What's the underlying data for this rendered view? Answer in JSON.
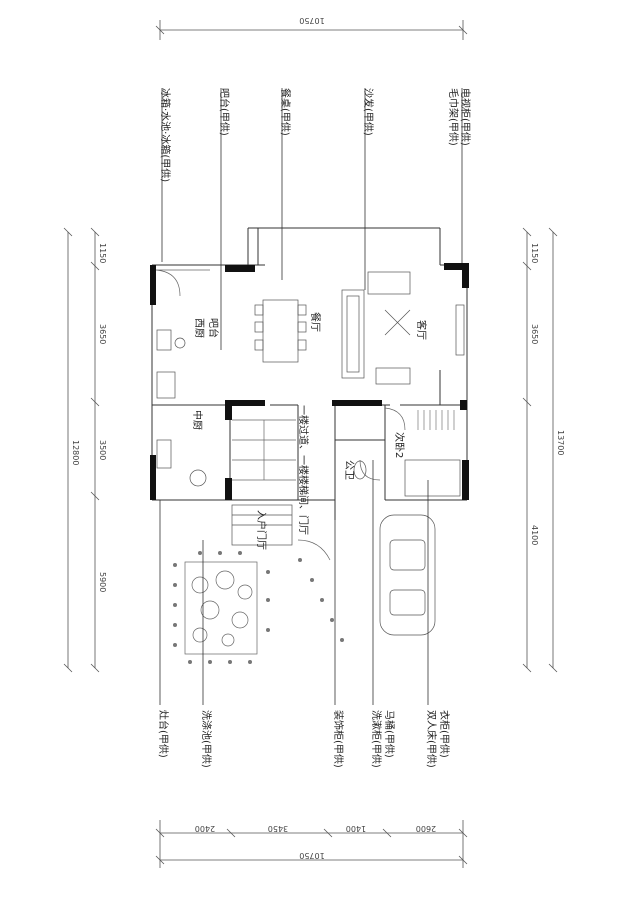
{
  "dimensions": {
    "top_total": "10750",
    "bottom_total": "10750",
    "left_segments": [
      "1150",
      "3650",
      "3500",
      "5900"
    ],
    "left_total": "12800",
    "right_segments": [
      "1150",
      "3650",
      "4100"
    ],
    "right_total": "13700",
    "bottom_segments": [
      "2400",
      "3450",
      "1400",
      "2600"
    ]
  },
  "top_labels": [
    "冰箱·水池·冰箱(甲供)",
    "吧台(甲供)",
    "餐桌(甲供)",
    "沙发(甲供)",
    "电视柜(甲供)",
    "毛巾架(甲供)"
  ],
  "bottom_labels": [
    "灶台(甲供)",
    "洗涤池(甲供)",
    "装饰柜(甲供)",
    "洗漱柜(甲供)",
    "马桶(甲供)",
    "双人床(甲供)",
    "衣柜(甲供)"
  ],
  "rooms": {
    "west_kitchen": "西厨",
    "bar": "吧台",
    "dining": "餐厅",
    "living": "客厅",
    "chinese_kitchen": "中厨",
    "bedroom2": "次卧2",
    "bath": "公卫",
    "stair_note": "一楼过道、一楼楼梯间、门厅",
    "entry": "入户门厅"
  },
  "colors": {
    "line": "#444444",
    "wall": "#111111",
    "text": "#222222"
  }
}
